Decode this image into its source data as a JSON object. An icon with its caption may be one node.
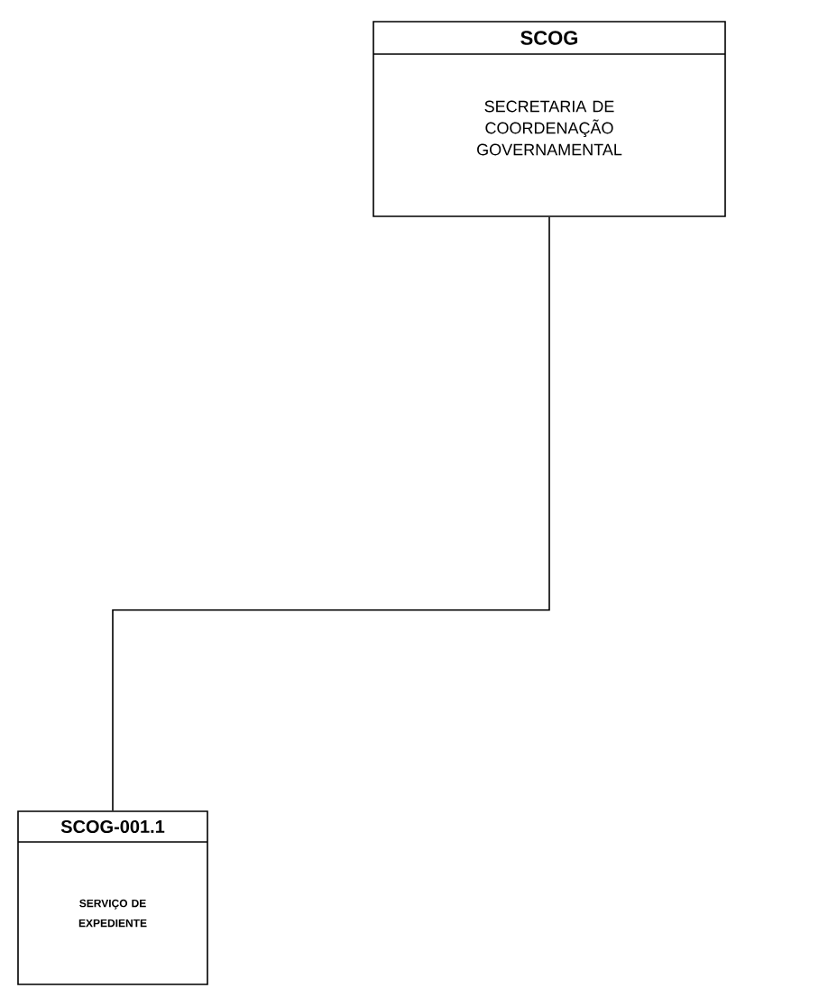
{
  "diagram": {
    "nodes": [
      {
        "text": [
          "SCOG",
          "SECRETARIA DE COORDENAÇÃO GOVERNAMENTAL"
        ]
      },
      {
        "text": [
          "SCOG-001.1",
          "SERVIÇO DE EXPEDIENTE"
        ]
      }
    ],
    "edges": [
      {
        "from": 0,
        "to": 1,
        "arrow": "none"
      }
    ]
  }
}
